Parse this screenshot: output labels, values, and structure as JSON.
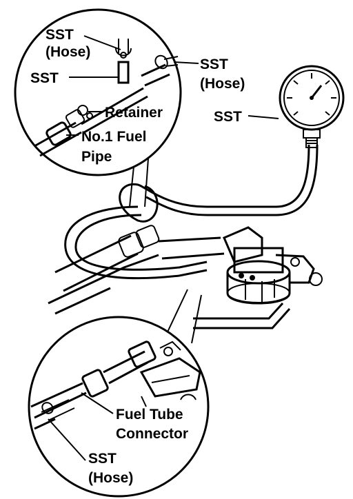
{
  "labels": {
    "sst_hose_top_1": "SST",
    "sst_hose_top_2": "(Hose)",
    "sst_tee": "SST",
    "sst_hose_right_1": "SST",
    "sst_hose_right_2": "(Hose)",
    "retainer": "Retainer",
    "fuel_pipe_1": "No.1 Fuel",
    "fuel_pipe_2": "Pipe",
    "sst_gauge": "SST",
    "fuel_tube_1": "Fuel Tube",
    "fuel_tube_2": "Connector",
    "sst_hose_bottom_1": "SST",
    "sst_hose_bottom_2": "(Hose)"
  },
  "colors": {
    "ink": "#000000",
    "paper": "#ffffff"
  },
  "icons": [
    "pressure-gauge-icon",
    "fuel-filter-icon",
    "hose-clamp-icon"
  ]
}
